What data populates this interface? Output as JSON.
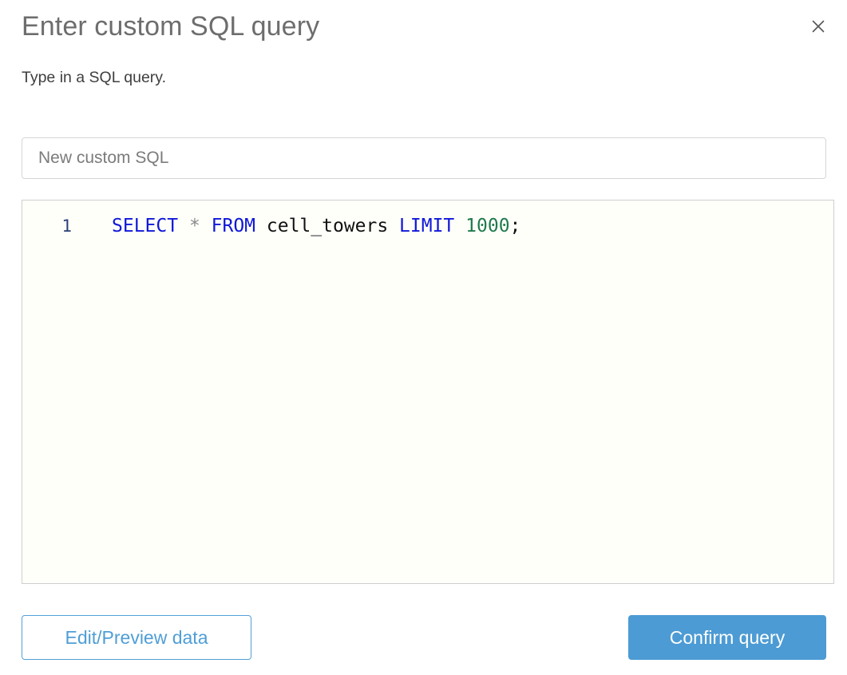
{
  "dialog": {
    "title": "Enter custom SQL query",
    "subtitle": "Type in a SQL query.",
    "close_icon": "close-icon"
  },
  "name_field": {
    "value": "",
    "placeholder": "New custom SQL"
  },
  "editor": {
    "line_number": "1",
    "tokens": {
      "select": "SELECT",
      "star": " * ",
      "from": "FROM",
      "table": " cell_towers ",
      "limit": "LIMIT",
      "space": " ",
      "number": "1000",
      "semicolon": ";"
    },
    "full_query": "SELECT * FROM cell_towers LIMIT 1000;"
  },
  "footer": {
    "secondary_label": "Edit/Preview data",
    "primary_label": "Confirm query"
  },
  "colors": {
    "accent": "#4c9bd4",
    "keyword": "#0f17d8",
    "number": "#1f7a4d",
    "line_number": "#2b3f77",
    "title": "#6d6d6d"
  }
}
